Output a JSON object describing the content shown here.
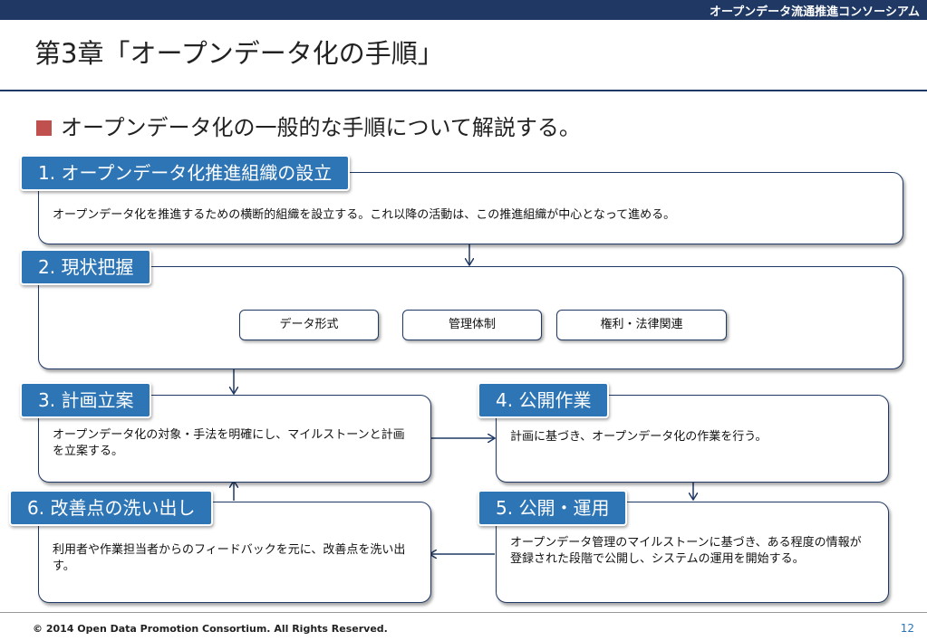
{
  "header": {
    "org": "オープンデータ流通推進コンソーシアム"
  },
  "title": "第3章「オープンデータ化の手順」",
  "bullet": "オープンデータ化の一般的な手順について解説する。",
  "steps": [
    {
      "label": "1. オープンデータ化推進組織の設立",
      "text": "オープンデータ化を推進するための横断的組織を設立する。これ以降の活動は、この推進組織が中心となって進める。"
    },
    {
      "label": "2. 現状把握",
      "items": [
        "データ形式",
        "管理体制",
        "権利・法律関連"
      ]
    },
    {
      "label": "3. 計画立案",
      "text": "オープンデータ化の対象・手法を明確にし、マイルストーンと計画を立案する。"
    },
    {
      "label": "4. 公開作業",
      "text": "計画に基づき、オープンデータ化の作業を行う。"
    },
    {
      "label": "5. 公開・運用",
      "text": "オープンデータ管理のマイルストーンに基づき、ある程度の情報が登録された段階で公開し、システムの運用を開始する。"
    },
    {
      "label": "6. 改善点の洗い出し",
      "text": "利用者や作業担当者からのフィードバックを元に、改善点を洗い出す。"
    }
  ],
  "footer": {
    "copyright": "© 2014 Open Data Promotion Consortium. All Rights Reserved.",
    "page": "12"
  },
  "colors": {
    "navy": "#1f3864",
    "label_blue": "#2e75b6",
    "bullet_red": "#c0504d"
  }
}
